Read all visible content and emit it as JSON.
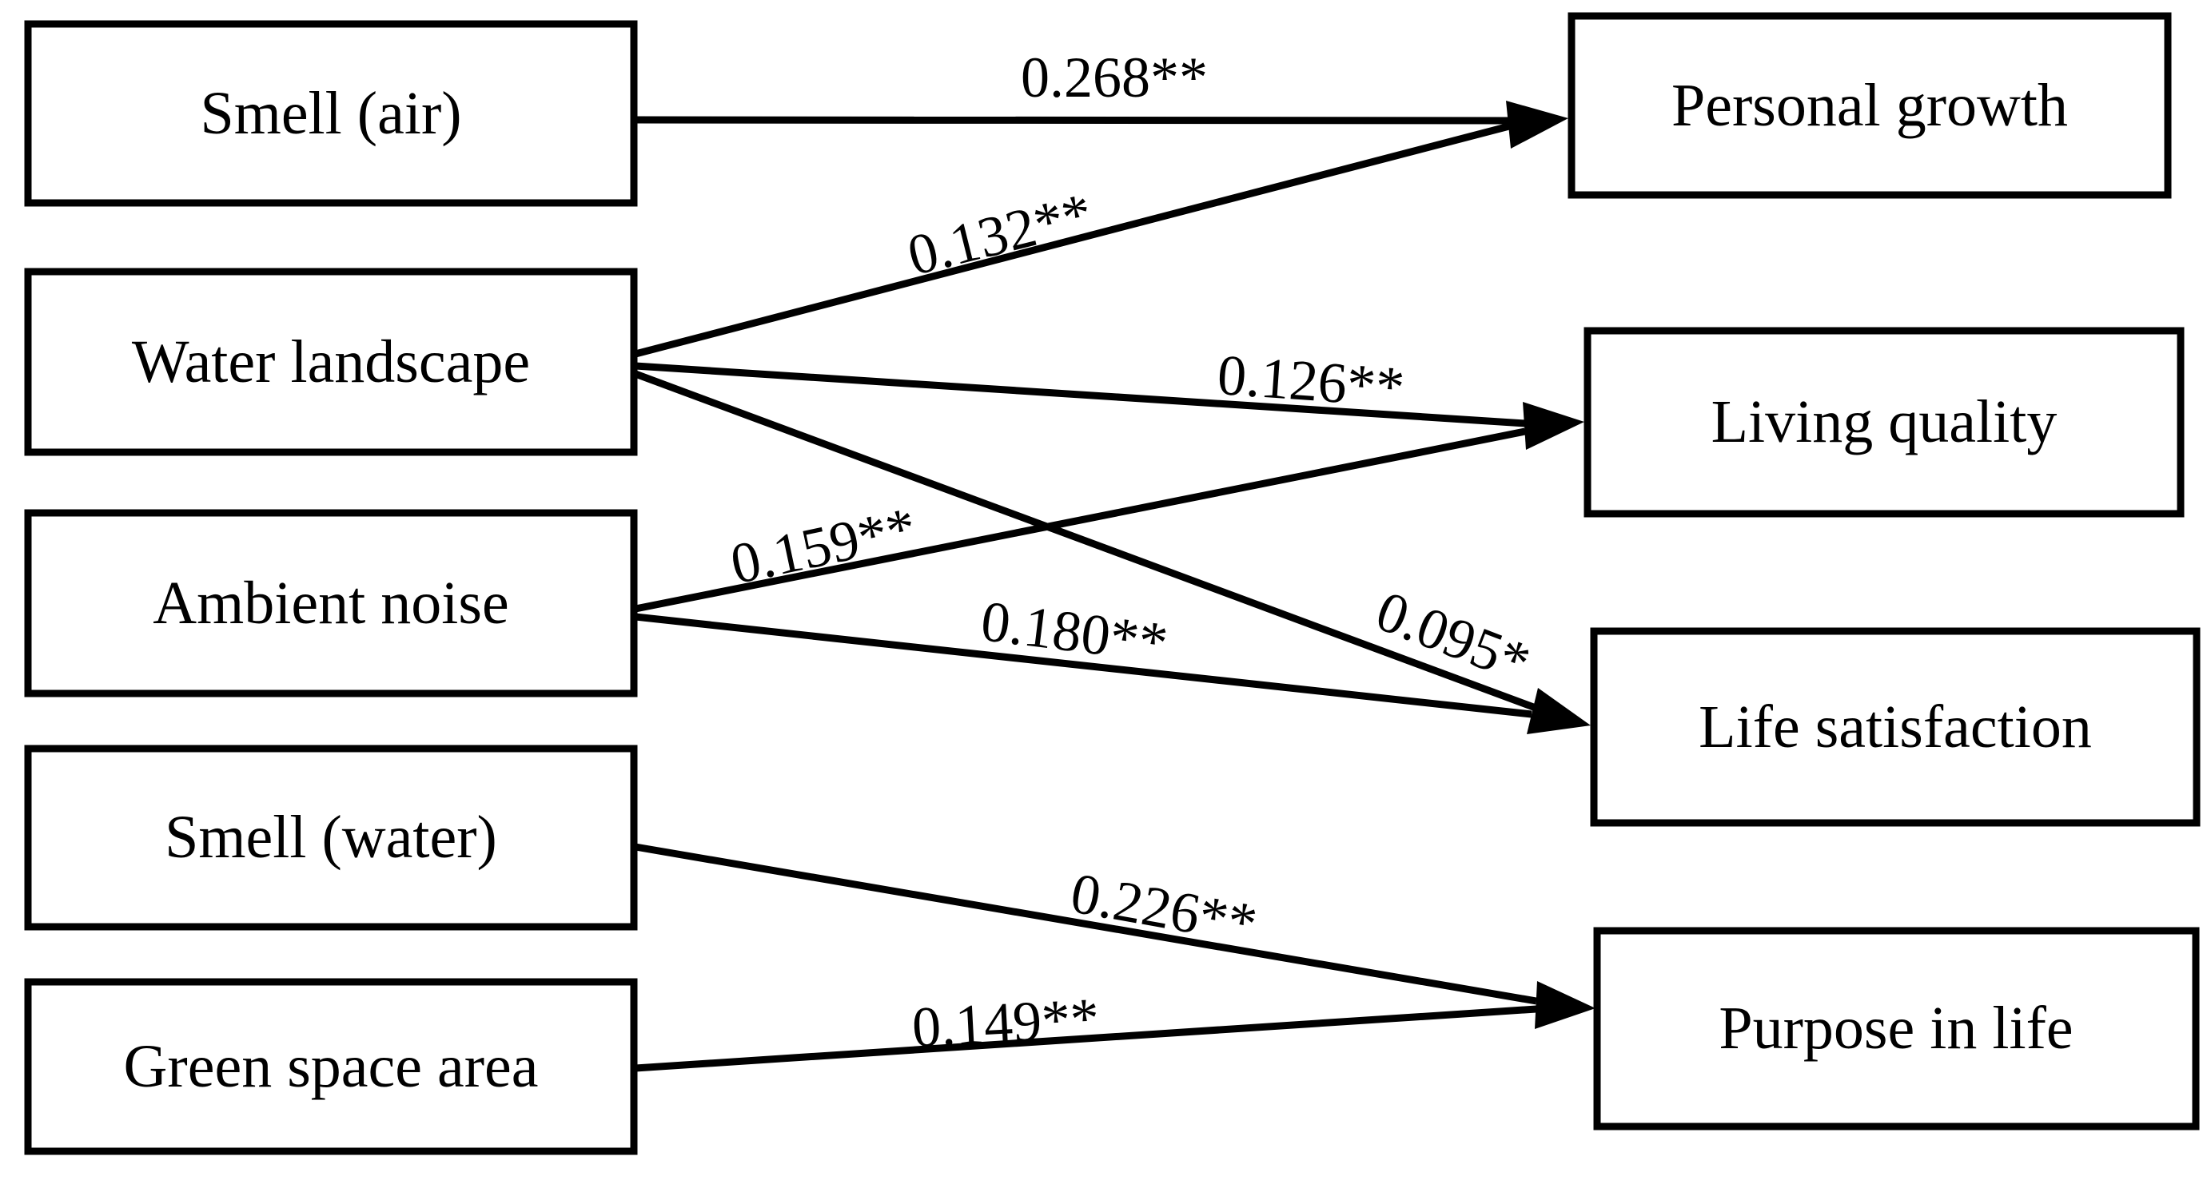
{
  "diagram": {
    "type": "path-model",
    "colors": {
      "background": "#ffffff",
      "box_fill": "#ffffff",
      "box_border": "#000000",
      "line": "#000000",
      "text": "#000000"
    },
    "predictors": [
      {
        "label": "Smell (air)"
      },
      {
        "label": "Water landscape"
      },
      {
        "label": "Ambient noise"
      },
      {
        "label": "Smell (water)"
      },
      {
        "label": "Green space area"
      }
    ],
    "outcomes": [
      {
        "label": "Personal growth"
      },
      {
        "label": "Living quality"
      },
      {
        "label": "Life satisfaction"
      },
      {
        "label": "Purpose in life"
      }
    ],
    "paths": [
      {
        "from": "Smell (air)",
        "to": "Personal growth",
        "coefficient": "0.268**"
      },
      {
        "from": "Water landscape",
        "to": "Personal growth",
        "coefficient": "0.132**"
      },
      {
        "from": "Water landscape",
        "to": "Living quality",
        "coefficient": "0.126**"
      },
      {
        "from": "Water landscape",
        "to": "Life satisfaction",
        "coefficient": "0.095*"
      },
      {
        "from": "Ambient noise",
        "to": "Living quality",
        "coefficient": "0.159**"
      },
      {
        "from": "Ambient noise",
        "to": "Life satisfaction",
        "coefficient": "0.180**"
      },
      {
        "from": "Smell (water)",
        "to": "Purpose in life",
        "coefficient": "0.226**"
      },
      {
        "from": "Green space area",
        "to": "Purpose in life",
        "coefficient": "0.149**"
      }
    ]
  }
}
